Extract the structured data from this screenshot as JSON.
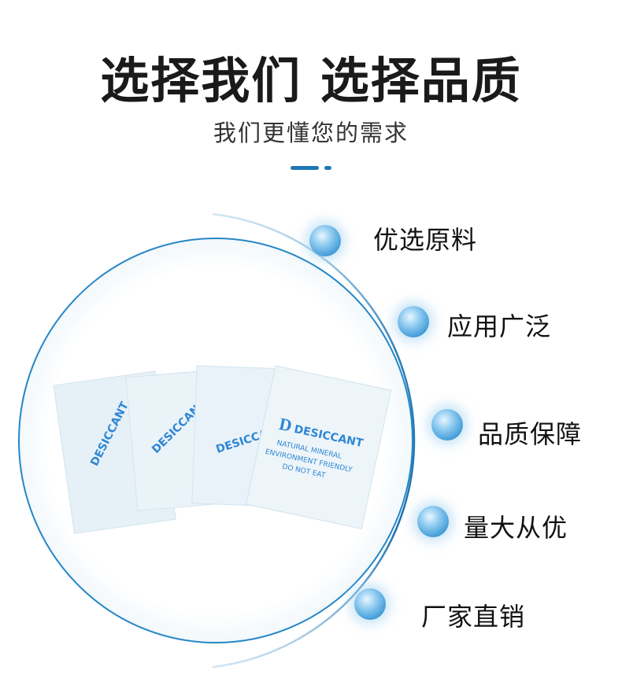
{
  "header": {
    "title": "选择我们 选择品质",
    "subtitle": "我们更懂您的需求"
  },
  "features": [
    {
      "label": "优选原料"
    },
    {
      "label": "应用广泛"
    },
    {
      "label": "品质保障"
    },
    {
      "label": "量大从优"
    },
    {
      "label": "厂家直销"
    }
  ],
  "product": {
    "brand_mark": "D",
    "name": "DESICCANT",
    "line1": "NATURAL MINERAL",
    "line2": "ENVIRONMENT FRIENDLY",
    "line3": "DO NOT EAT"
  },
  "colors": {
    "accent": "#1f78b4",
    "bead": "#3f9ad6",
    "packet_text": "#2f86d4"
  }
}
